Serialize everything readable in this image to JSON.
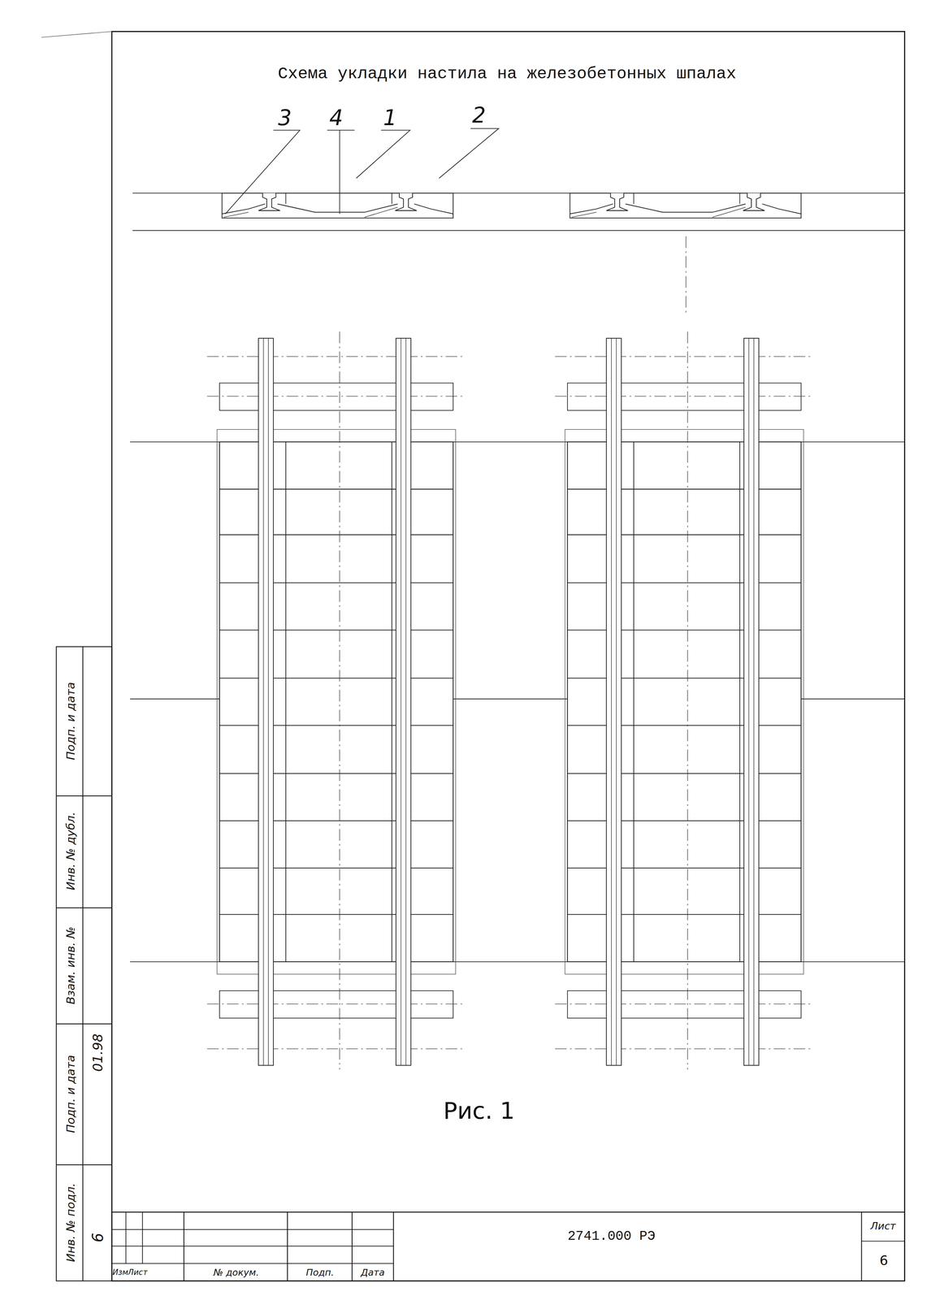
{
  "diagram": {
    "title": "Схема укладки настила на железобетонных шпалах",
    "caption": "Рис. 1",
    "labels": [
      "3",
      "4",
      "1",
      "2",
      "Инв. № подл.",
      "Подп. и дата",
      "Взам. инв. №",
      "Инв. № дубл.",
      "Подп. и дата",
      "6",
      "01.98",
      "2741.000 РЭ",
      "Лист",
      "6",
      "Изм",
      "Лист",
      "№ докум.",
      "Подп.",
      "Дата"
    ]
  }
}
